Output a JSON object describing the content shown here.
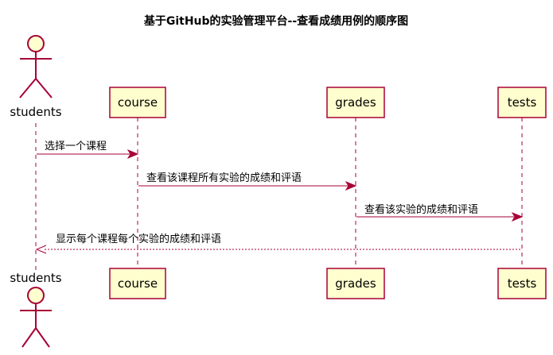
{
  "diagram": {
    "title": "基于GitHub的实验管理平台--查看成绩用例的顺序图",
    "participants": [
      {
        "id": "students",
        "label": "students",
        "kind": "actor"
      },
      {
        "id": "course",
        "label": "course",
        "kind": "participant"
      },
      {
        "id": "grades",
        "label": "grades",
        "kind": "participant"
      },
      {
        "id": "tests",
        "label": "tests",
        "kind": "participant"
      }
    ],
    "messages": [
      {
        "from": "students",
        "to": "course",
        "label": "选择一个课程",
        "style": "solid"
      },
      {
        "from": "course",
        "to": "grades",
        "label": "查看该课程所有实验的成绩和评语",
        "style": "solid"
      },
      {
        "from": "grades",
        "to": "tests",
        "label": "查看该实验的成绩和评语",
        "style": "solid"
      },
      {
        "from": "tests",
        "to": "students",
        "label": "显示每个课程每个实验的成绩和评语",
        "style": "dashed"
      }
    ],
    "colors": {
      "line": "#A80036",
      "box_fill": "#FEFECE"
    }
  }
}
